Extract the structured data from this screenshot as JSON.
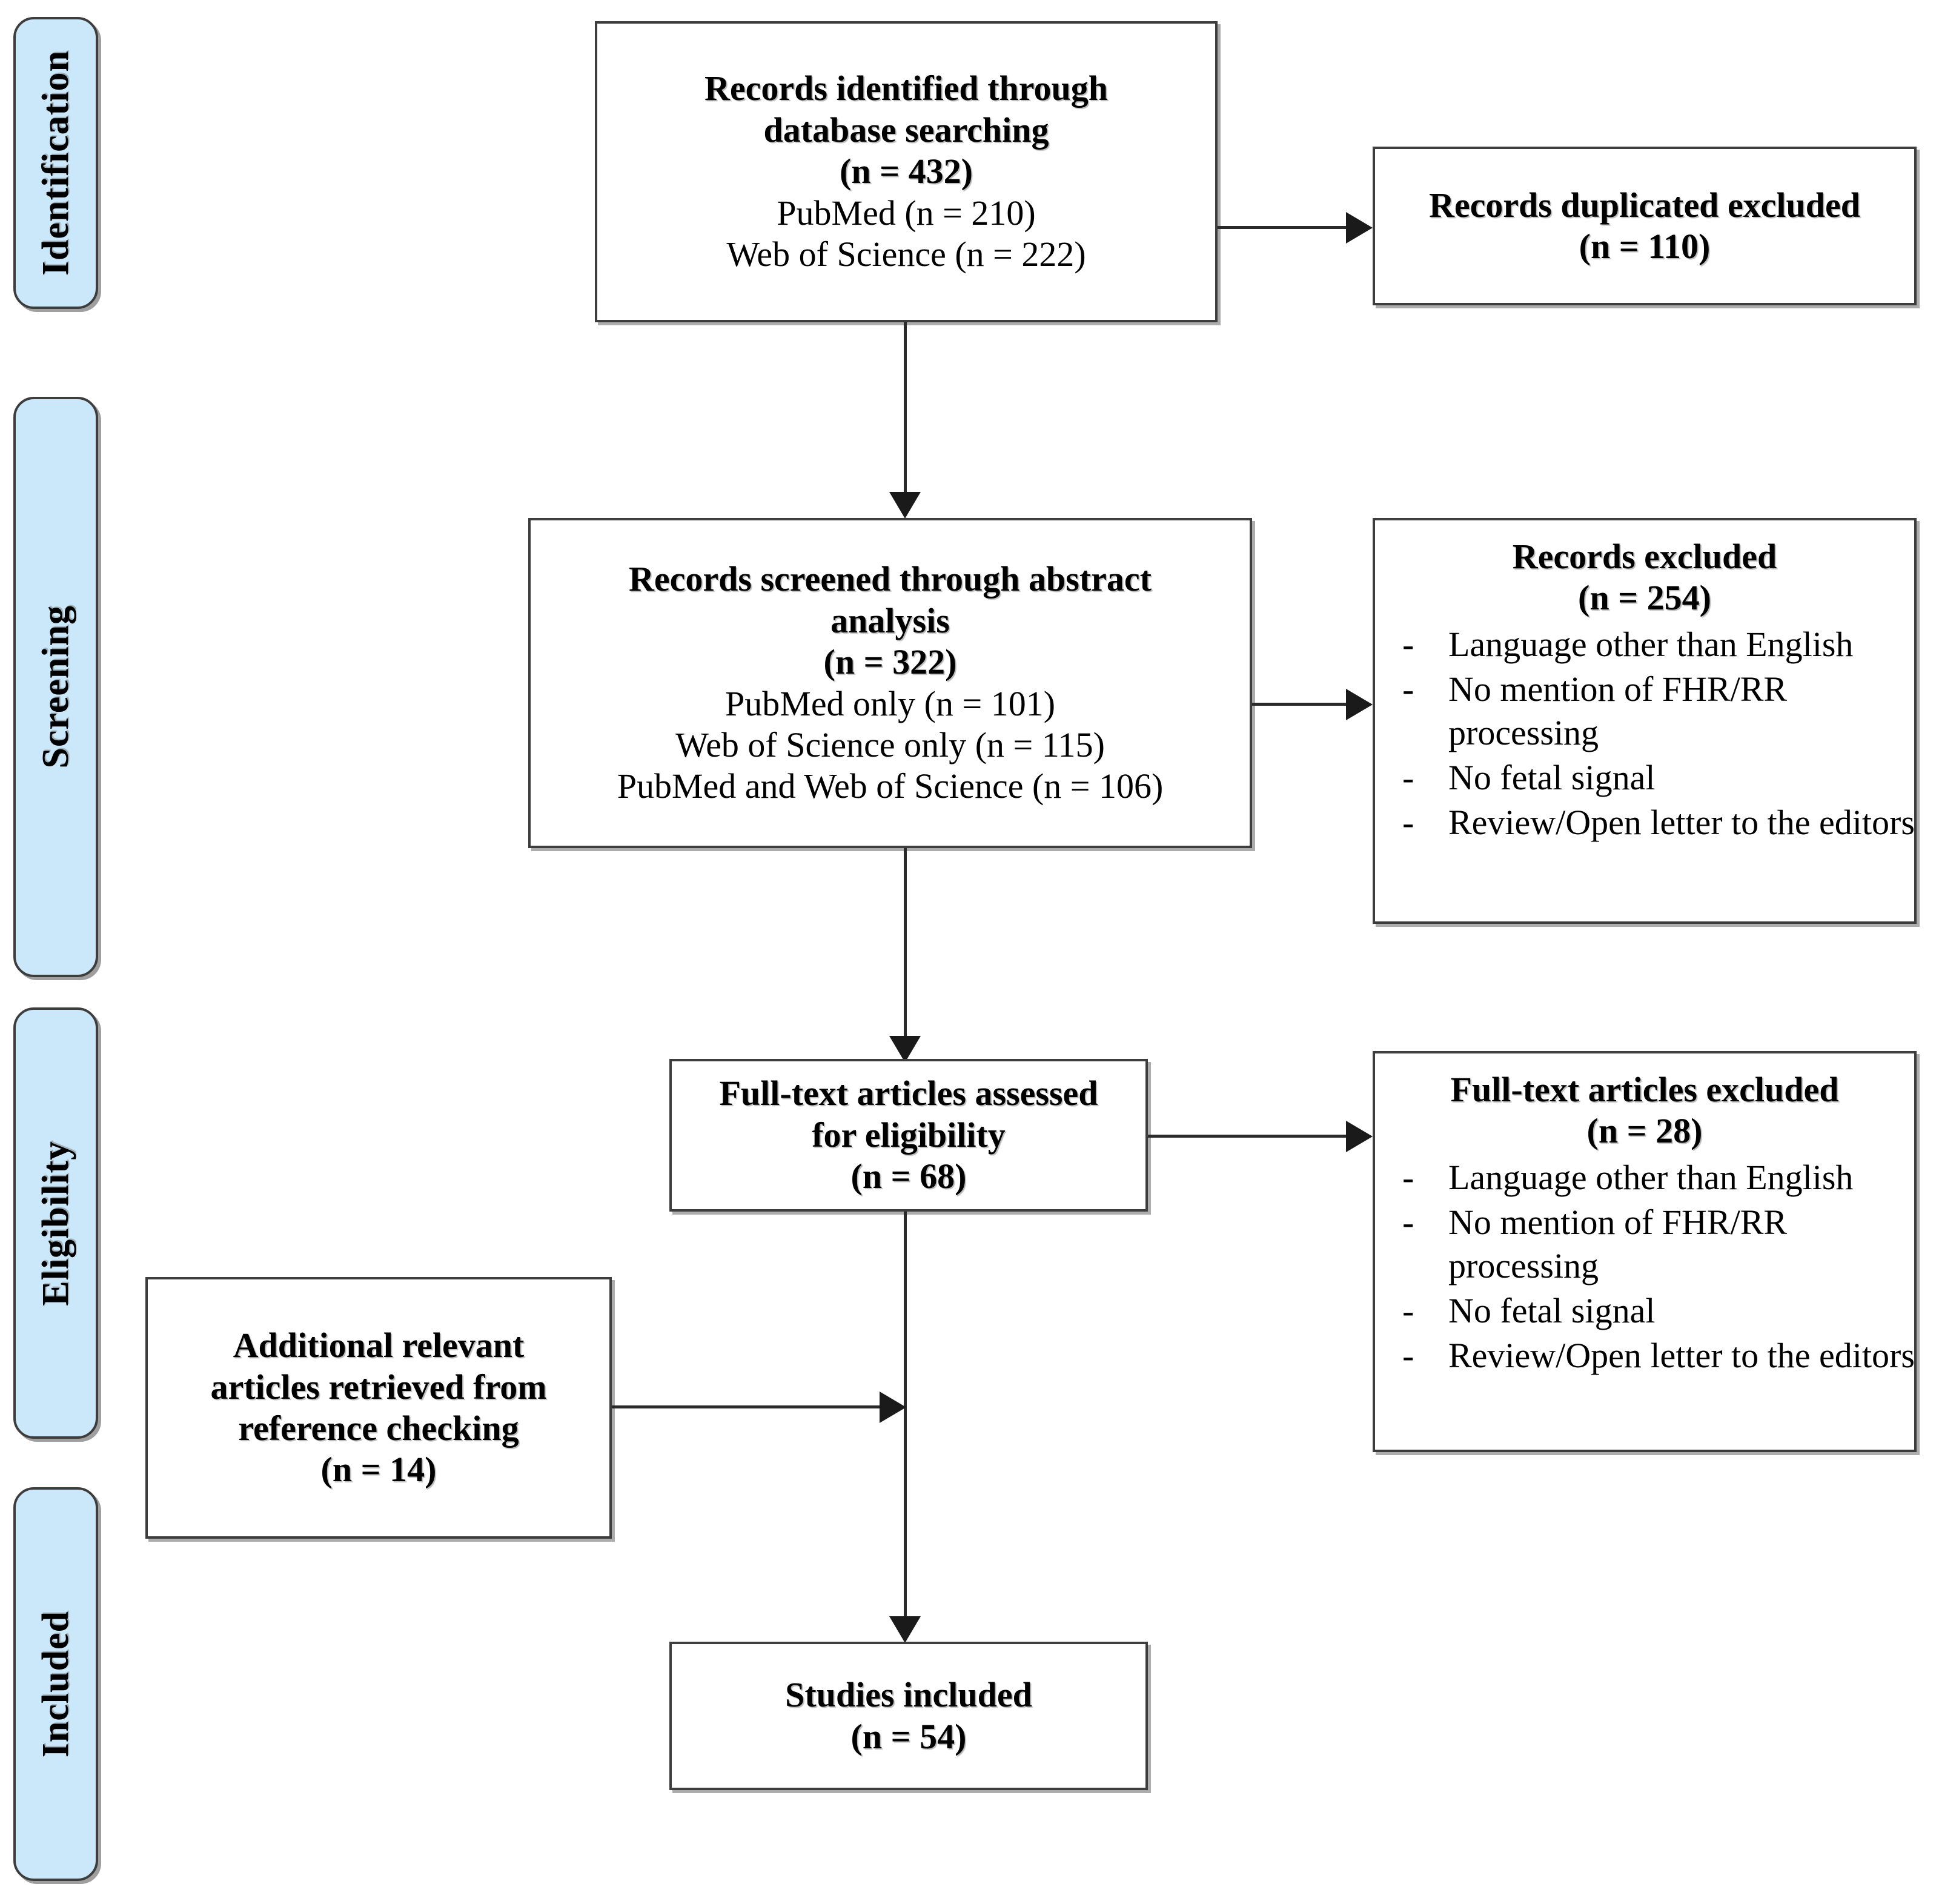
{
  "diagram": {
    "type": "prisma-flow-diagram",
    "stages": [
      {
        "id": "identification",
        "label": "Identification"
      },
      {
        "id": "screening",
        "label": "Screening"
      },
      {
        "id": "eligibility",
        "label": "Eligibility"
      },
      {
        "id": "included",
        "label": "Included"
      }
    ],
    "boxes": {
      "identified": {
        "lines": [
          {
            "text": "Records identified through",
            "bold": true
          },
          {
            "text": "database searching",
            "bold": true
          },
          {
            "text": "(n = 432)",
            "bold": true
          },
          {
            "text": "PubMed (n = 210)",
            "bold": false
          },
          {
            "text": "Web of Science (n = 222)",
            "bold": false
          }
        ]
      },
      "duplicates_excluded": {
        "lines": [
          {
            "text": "Records duplicated excluded",
            "bold": true
          },
          {
            "text": "(n = 110)",
            "bold": true
          }
        ]
      },
      "screened": {
        "lines": [
          {
            "text": "Records screened through abstract",
            "bold": true
          },
          {
            "text": "analysis",
            "bold": true
          },
          {
            "text": "(n = 322)",
            "bold": true
          },
          {
            "text": "PubMed only (n = 101)",
            "bold": false
          },
          {
            "text": "Web of Science only (n = 115)",
            "bold": false
          },
          {
            "text": "PubMed and Web of Science (n = 106)",
            "bold": false
          }
        ]
      },
      "records_excluded": {
        "heading": [
          {
            "text": "Records excluded",
            "bold": true
          },
          {
            "text": "(n = 254)",
            "bold": true
          }
        ],
        "reasons": [
          "Language other than English",
          "No mention of FHR/RR processing",
          "No fetal signal",
          "Review/Open letter to the editors"
        ]
      },
      "fulltext_assessed": {
        "lines": [
          {
            "text": "Full-text articles assessed",
            "bold": true
          },
          {
            "text": "for eligibility",
            "bold": true
          },
          {
            "text": "(n = 68)",
            "bold": true
          }
        ]
      },
      "fulltext_excluded": {
        "heading": [
          {
            "text": "Full-text articles excluded",
            "bold": true
          },
          {
            "text": "(n = 28)",
            "bold": true
          }
        ],
        "reasons": [
          "Language other than English",
          "No mention of FHR/RR processing",
          "No fetal signal",
          "Review/Open letter to the editors"
        ]
      },
      "additional_articles": {
        "lines": [
          {
            "text": "Additional relevant",
            "bold": true
          },
          {
            "text": "articles retrieved from",
            "bold": true
          },
          {
            "text": "reference checking",
            "bold": true
          },
          {
            "text": "(n = 14)",
            "bold": true
          }
        ]
      },
      "studies_included": {
        "lines": [
          {
            "text": "Studies included",
            "bold": true
          },
          {
            "text": "(n = 54)",
            "bold": true
          }
        ]
      }
    },
    "counts": {
      "identified_total": 432,
      "identified_pubmed": 210,
      "identified_web_of_science": 222,
      "duplicates_excluded": 110,
      "screened_total": 322,
      "screened_pubmed_only": 101,
      "screened_wos_only": 115,
      "screened_both": 106,
      "records_excluded": 254,
      "fulltext_assessed": 68,
      "fulltext_excluded": 28,
      "additional_from_references": 14,
      "studies_included": 54
    },
    "colors": {
      "stage_fill": "#cbe8fb",
      "border": "#3d3d3d",
      "connector": "#2b2b2b",
      "background": "#ffffff",
      "text": "#000000"
    }
  }
}
